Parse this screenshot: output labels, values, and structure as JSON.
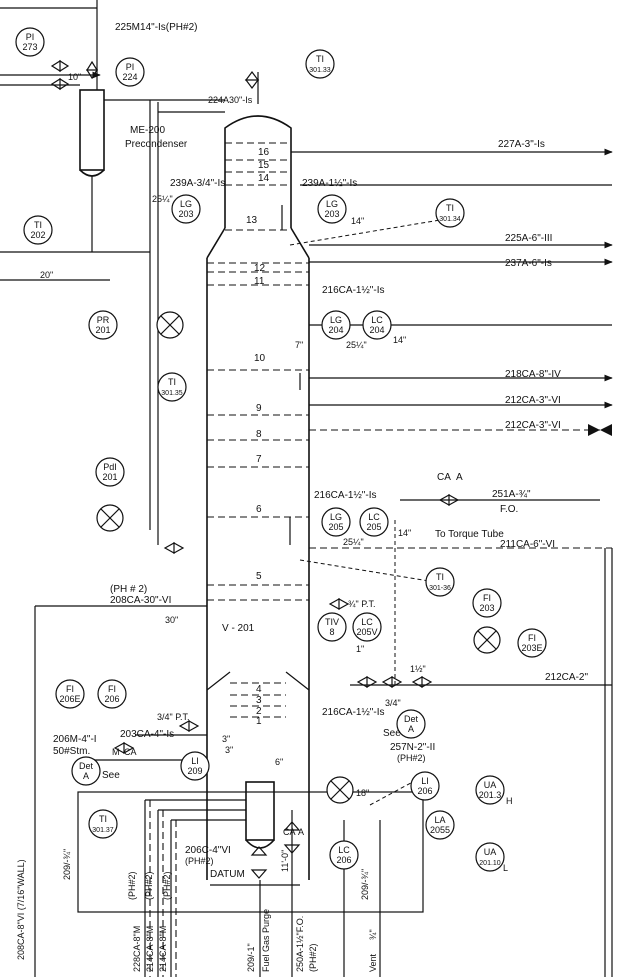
{
  "instruments": [
    {
      "id": "pi273",
      "l1": "PI",
      "l2": "273"
    },
    {
      "id": "pi224",
      "l1": "PI",
      "l2": "224"
    },
    {
      "id": "ti30133",
      "l1": "TI",
      "l2": "301.33"
    },
    {
      "id": "ti202",
      "l1": "TI",
      "l2": "202"
    },
    {
      "id": "lg203a",
      "l1": "LG",
      "l2": "203"
    },
    {
      "id": "lg203b",
      "l1": "LG",
      "l2": "203"
    },
    {
      "id": "ti30134",
      "l1": "TI",
      "l2": "301.34"
    },
    {
      "id": "pr201",
      "l1": "PR",
      "l2": "201"
    },
    {
      "id": "lg204",
      "l1": "LG",
      "l2": "204"
    },
    {
      "id": "lc204",
      "l1": "LC",
      "l2": "204"
    },
    {
      "id": "ti30135",
      "l1": "TI",
      "l2": "301.35"
    },
    {
      "id": "pdi201",
      "l1": "PdI",
      "l2": "201"
    },
    {
      "id": "lg205",
      "l1": "LG",
      "l2": "205"
    },
    {
      "id": "lc205",
      "l1": "LC",
      "l2": "205"
    },
    {
      "id": "ti30136",
      "l1": "TI",
      "l2": "301-36"
    },
    {
      "id": "fi203",
      "l1": "FI",
      "l2": "203"
    },
    {
      "id": "fi203e",
      "l1": "FI",
      "l2": "203E"
    },
    {
      "id": "tiv8",
      "l1": "TIV",
      "l2": "8"
    },
    {
      "id": "lc205v",
      "l1": "LC",
      "l2": "205V"
    },
    {
      "id": "fi206e",
      "l1": "FI",
      "l2": "206E"
    },
    {
      "id": "fi206",
      "l1": "FI",
      "l2": "206"
    },
    {
      "id": "deta1",
      "l1": "Det",
      "l2": "A"
    },
    {
      "id": "deta2",
      "l1": "Det",
      "l2": "A"
    },
    {
      "id": "li209",
      "l1": "LI",
      "l2": "209"
    },
    {
      "id": "li206",
      "l1": "LI",
      "l2": "206"
    },
    {
      "id": "ua2013",
      "l1": "UA",
      "l2": "201.3"
    },
    {
      "id": "la2055",
      "l1": "LA",
      "l2": "2055"
    },
    {
      "id": "ua20110",
      "l1": "UA",
      "l2": "201.10"
    },
    {
      "id": "ti30137",
      "l1": "TI",
      "l2": "301.37"
    },
    {
      "id": "lc206",
      "l1": "LC",
      "l2": "206"
    }
  ],
  "labels": {
    "l225m14": "225M14\"-Is(PH#2)",
    "l10in": "10\"",
    "l224a30": "224A30\"-Is",
    "me200": "ME-200",
    "precond": "Precondenser",
    "l227a": "227A-3\"-Is",
    "l239a34": "239A-3/4\"-Is",
    "l239a112": "239A-1½\"-Is",
    "l25q1": "25¼\"",
    "l14in1": "14\"",
    "l225a": "225A-6\"-III",
    "l237a": "237A-6\"-Is",
    "l20in": "20\"",
    "l216ca1": "216CA-1½\"-Is",
    "l25q2": "25¼\"",
    "l14in2": "14\"",
    "l7in": "7\"",
    "l218ca": "218CA-8\"-IV",
    "l212ca1": "212CA-3\"-VI",
    "l212ca2": "212CA-3\"-VI",
    "ca1": "CA",
    "a1": "A",
    "l251a": "251A-¾\"",
    "fo": "F.O.",
    "l216ca2": "216CA-1½\"-Is",
    "l25q3": "25¼\"",
    "l14in3": "14\"",
    "torque": "To Torque Tube",
    "l211ca": "211CA-6\"-VI",
    "ph2a": "(PH # 2)",
    "l208ca30": "208CA-30\"-VI",
    "l30in": "30\"",
    "v201": "V - 201",
    "pt1": "¾\" P.T.",
    "l1in": "1\"",
    "l112in": "1½\"",
    "l34in": "3/4\"",
    "l212ca2in": "212CA-2\"",
    "pt2": "3/4\" P.T.",
    "l216ca3": "216CA-1½\"-Is",
    "l206m": "206M-4\"-I",
    "stm": "50#Stm.",
    "l203ca": "203CA-4\"-Is",
    "mca": "M",
    "mca2": "CA",
    "l3in1": "3\"",
    "l3in2": "3\"",
    "see1": "See",
    "see2": "See",
    "l257n": "257N-2\"-II",
    "ph2b": "(PH#2)",
    "l18in": "18\"",
    "h": "H",
    "lL": "L",
    "l6in": "6\"",
    "l206c": "206C-4\"VI",
    "ph2c": "(PH#2)",
    "datum": "DATUM",
    "l110": "11'-0\"",
    "ca2": "CA",
    "a2": "A",
    "l208ca8": "208CA-8\"VI (7/16\"WALL)",
    "l2091": "209/-¾\"",
    "l2092": "209/-¾\"",
    "ph2d": "(PH#2)",
    "ph2e": "(PH#2)",
    "ph2f": "(PH#2)",
    "l228ca": "228CA-8\"M",
    "l214ca1": "214CA-8\"M",
    "l214ca2": "214CA-8\"M",
    "l2091in": "209/-1\"",
    "fgp": "Fuel Gas Purge",
    "l250a": "250A-1½\"F.O.",
    "ph2g": "(PH#2)",
    "vent": "Vent",
    "vent2": "¾\""
  },
  "trays": [
    "16",
    "15",
    "14",
    "13",
    "12",
    "11",
    "10",
    "9",
    "8",
    "7",
    "6",
    "5",
    "4",
    "3",
    "2",
    "1"
  ]
}
